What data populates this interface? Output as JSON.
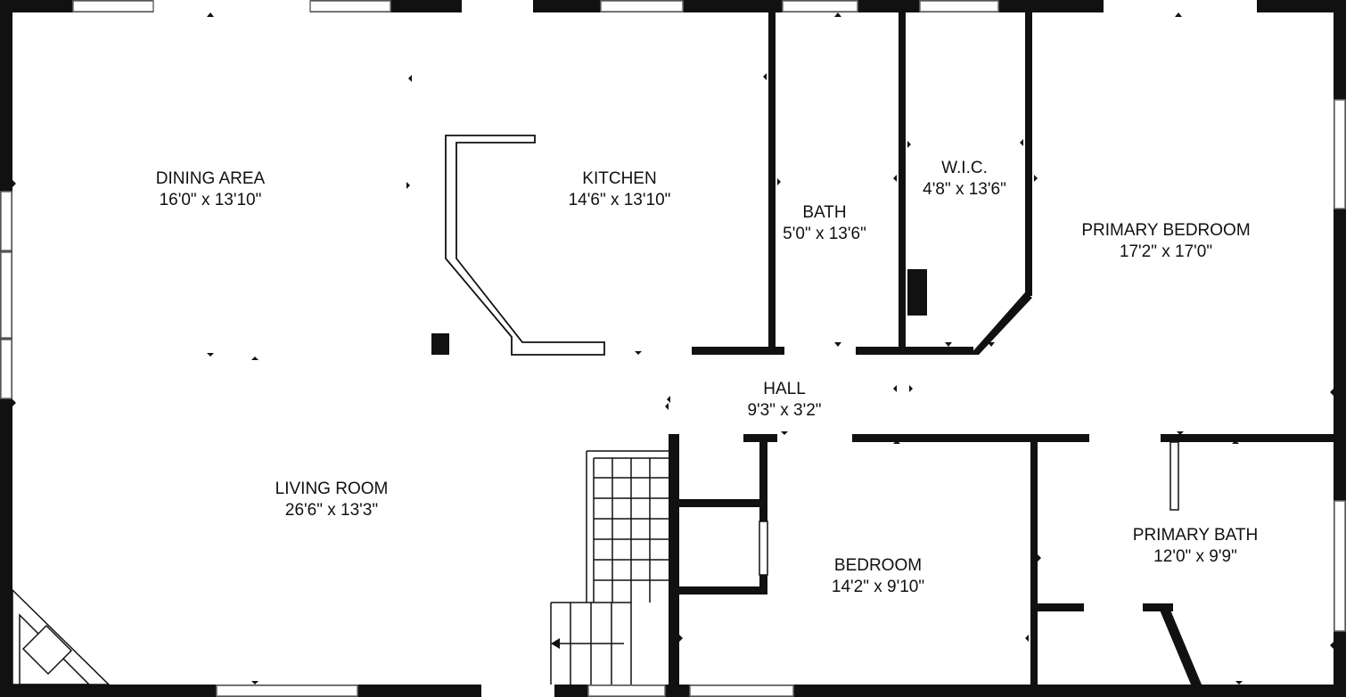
{
  "floor_plan": {
    "rooms": [
      {
        "id": "dining-area",
        "name": "DINING AREA",
        "dimensions": "16'0\" x 13'10\""
      },
      {
        "id": "kitchen",
        "name": "KITCHEN",
        "dimensions": "14'6\" x 13'10\""
      },
      {
        "id": "bath",
        "name": "BATH",
        "dimensions": "5'0\" x 13'6\""
      },
      {
        "id": "wic",
        "name": "W.I.C.",
        "dimensions": "4'8\" x 13'6\""
      },
      {
        "id": "primary-bedroom",
        "name": "PRIMARY BEDROOM",
        "dimensions": "17'2\" x 17'0\""
      },
      {
        "id": "hall",
        "name": "HALL",
        "dimensions": "9'3\" x 3'2\""
      },
      {
        "id": "living-room",
        "name": "LIVING ROOM",
        "dimensions": "26'6\" x 13'3\""
      },
      {
        "id": "bedroom",
        "name": "BEDROOM",
        "dimensions": "14'2\" x 9'10\""
      },
      {
        "id": "primary-bath",
        "name": "PRIMARY BATH",
        "dimensions": "12'0\" x 9'9\""
      }
    ],
    "colors": {
      "wall": "#111111",
      "window": "#7a7a7a",
      "background": "#ffffff"
    }
  }
}
